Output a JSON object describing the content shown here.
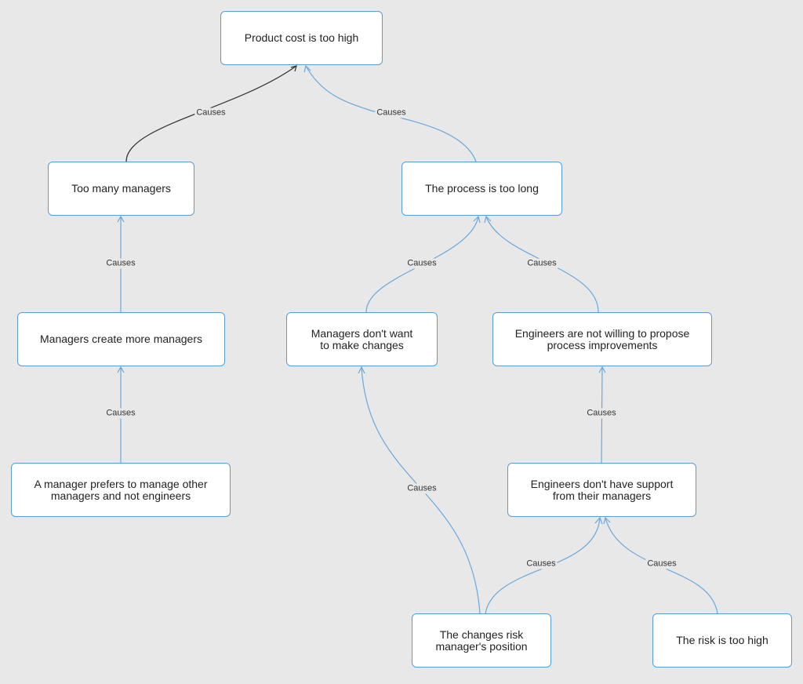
{
  "accent_color": "#5b9bd5",
  "background_color": "#e8e8e8",
  "nodes": {
    "product_cost": "Product cost is too high",
    "too_many_managers": "Too many managers",
    "process_too_long": "The process is too long",
    "managers_create": "Managers create more managers",
    "managers_no_change": "Managers don't want\nto make changes",
    "engineers_not_willing": "Engineers are not willing to propose\nprocess improvements",
    "manager_prefers": "A manager prefers to manage other\nmanagers and not engineers",
    "engineers_no_support": "Engineers don't have support\nfrom their managers",
    "changes_risk": "The changes risk\nmanager's position",
    "risk_too_high": "The risk is too high"
  },
  "edge_label": "Causes",
  "edges": [
    {
      "from": "too_many_managers",
      "to": "product_cost",
      "label": "Causes"
    },
    {
      "from": "process_too_long",
      "to": "product_cost",
      "label": "Causes"
    },
    {
      "from": "managers_create",
      "to": "too_many_managers",
      "label": "Causes"
    },
    {
      "from": "managers_no_change",
      "to": "process_too_long",
      "label": "Causes"
    },
    {
      "from": "engineers_not_willing",
      "to": "process_too_long",
      "label": "Causes"
    },
    {
      "from": "manager_prefers",
      "to": "managers_create",
      "label": "Causes"
    },
    {
      "from": "engineers_no_support",
      "to": "engineers_not_willing",
      "label": "Causes"
    },
    {
      "from": "changes_risk",
      "to": "managers_no_change",
      "label": "Causes"
    },
    {
      "from": "changes_risk",
      "to": "engineers_no_support",
      "label": "Causes"
    },
    {
      "from": "risk_too_high",
      "to": "engineers_no_support",
      "label": "Causes"
    }
  ]
}
